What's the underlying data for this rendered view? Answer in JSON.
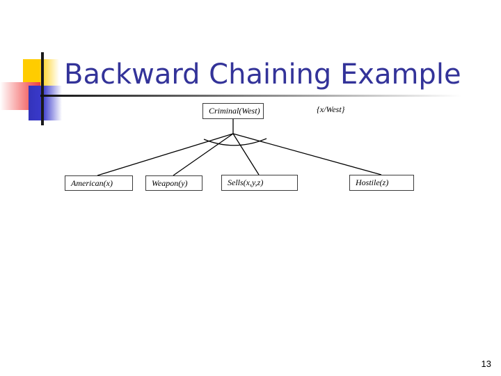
{
  "slide": {
    "title": "Backward Chaining Example",
    "title_color": "#333399",
    "page_number": "13",
    "background_color": "#ffffff"
  },
  "logo": {
    "yellow": "#FFCC00",
    "red": "#F04040",
    "blue": "#3333BB",
    "bar": "#1a1a1a"
  },
  "diagram": {
    "type": "and-or proof tree",
    "root": {
      "id": "criminal",
      "label": "Criminal(West)"
    },
    "substitution": "{x/West}",
    "connector": "and-arc",
    "children": [
      {
        "id": "american",
        "label": "American(x)"
      },
      {
        "id": "weapon",
        "label": "Weapon(y)"
      },
      {
        "id": "sells",
        "label": "Sells(x,y,z)"
      },
      {
        "id": "hostile",
        "label": "Hostile(z)"
      }
    ]
  }
}
